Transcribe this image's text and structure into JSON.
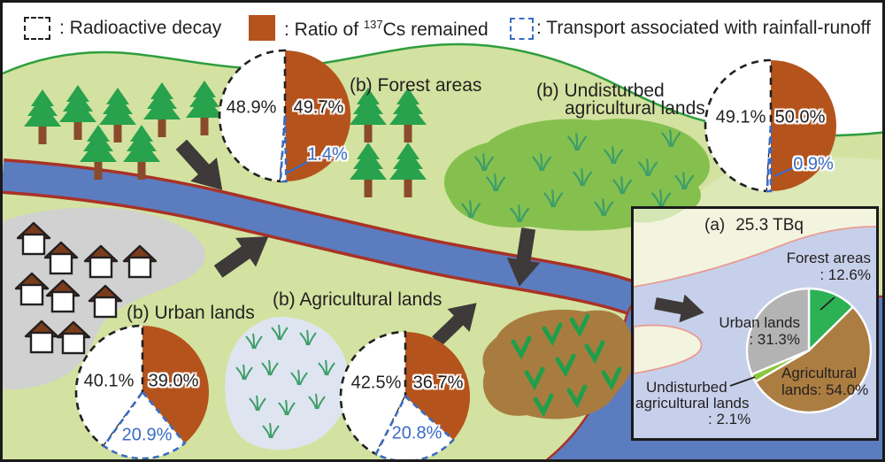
{
  "legend": {
    "items": [
      {
        "swatch": "dashed-black",
        "label": ": Radioactive decay"
      },
      {
        "swatch": "orange",
        "prefix": ": Ratio of ",
        "sup": "137",
        "suffix": "Cs remained"
      },
      {
        "swatch": "dashed-blue",
        "label": ": Transport associated with rainfall-runoff"
      }
    ]
  },
  "pies": [
    {
      "id": "forest",
      "title": "(b) Forest areas",
      "slices": [
        {
          "type": "remained",
          "value": 49.7,
          "label": "49.7%"
        },
        {
          "type": "runoff",
          "value": 1.4,
          "label": "1.4%"
        },
        {
          "type": "decay",
          "value": 48.9,
          "label": "48.9%"
        }
      ]
    },
    {
      "id": "undisturbed",
      "title_line1": "(b) Undisturbed",
      "title_line2": "agricultural lands",
      "slices": [
        {
          "type": "remained",
          "value": 50.0,
          "label": "50.0%"
        },
        {
          "type": "runoff",
          "value": 0.9,
          "label": "0.9%"
        },
        {
          "type": "decay",
          "value": 49.1,
          "label": "49.1%"
        }
      ]
    },
    {
      "id": "urban",
      "title": "(b) Urban lands",
      "slices": [
        {
          "type": "remained",
          "value": 39.0,
          "label": "39.0%"
        },
        {
          "type": "runoff",
          "value": 20.9,
          "label": "20.9%"
        },
        {
          "type": "decay",
          "value": 40.1,
          "label": "40.1%"
        }
      ]
    },
    {
      "id": "agricultural",
      "title": "(b) Agricultural lands",
      "slices": [
        {
          "type": "remained",
          "value": 36.7,
          "label": "36.7%"
        },
        {
          "type": "runoff",
          "value": 20.8,
          "label": "20.8%"
        },
        {
          "type": "decay",
          "value": 42.5,
          "label": "42.5%"
        }
      ]
    }
  ],
  "inset": {
    "title_tag": "(a)",
    "title_value": "25.3 TBq",
    "slices": [
      {
        "name": "Forest areas",
        "value": 12.6,
        "color": "#2cb155"
      },
      {
        "name": "Agricultural lands",
        "value": 54.0,
        "color": "#ab7d41"
      },
      {
        "name": "Undisturbed agricultural lands",
        "value": 2.1,
        "color": "#8cc63f"
      },
      {
        "name": "Urban lands",
        "value": 31.3,
        "color": "#b3b3b3"
      }
    ],
    "labels": {
      "forest": [
        "Forest areas",
        ": 12.6%"
      ],
      "urban": [
        "Urban lands",
        ": 31.3%"
      ],
      "agricultural": [
        "Agricultural",
        "lands: 54.0%"
      ],
      "undisturbed": [
        "Undisturbed",
        "agricultural lands",
        ": 2.1%"
      ]
    }
  },
  "chart_data": [
    {
      "type": "pie",
      "title": "(b) Forest areas",
      "labels": [
        "Ratio of 137Cs remained",
        "Transport associated with rainfall-runoff",
        "Radioactive decay"
      ],
      "values": [
        49.7,
        1.4,
        48.9
      ]
    },
    {
      "type": "pie",
      "title": "(b) Undisturbed agricultural lands",
      "labels": [
        "Ratio of 137Cs remained",
        "Transport associated with rainfall-runoff",
        "Radioactive decay"
      ],
      "values": [
        50.0,
        0.9,
        49.1
      ]
    },
    {
      "type": "pie",
      "title": "(b) Urban lands",
      "labels": [
        "Ratio of 137Cs remained",
        "Transport associated with rainfall-runoff",
        "Radioactive decay"
      ],
      "values": [
        39.0,
        20.9,
        40.1
      ]
    },
    {
      "type": "pie",
      "title": "(b) Agricultural lands",
      "labels": [
        "Ratio of 137Cs remained",
        "Transport associated with rainfall-runoff",
        "Radioactive decay"
      ],
      "values": [
        36.7,
        20.8,
        42.5
      ]
    },
    {
      "type": "pie",
      "title": "(a) 25.3 TBq",
      "labels": [
        "Forest areas",
        "Agricultural lands",
        "Undisturbed agricultural lands",
        "Urban lands"
      ],
      "values": [
        12.6,
        54.0,
        2.1,
        31.3
      ]
    }
  ],
  "colors": {
    "ink": "#231f20",
    "orange": "#b5531c",
    "blue": "#3a6cc4",
    "land": "#d3e2a0",
    "land_light": "#dce8b6",
    "hill_line": "#2f9e3f",
    "river": "#5c7cc0",
    "river_edge": "#a93226",
    "urban_gray": "#d1d1d1",
    "paddy": "#dee5f1",
    "pasture": "#85c04f",
    "field_brown": "#a87c3f",
    "tree_green": "#28a24c",
    "trunk": "#8a4a2c",
    "arrow": "#3e3a39",
    "roof": "#7a3c1c",
    "inset_water": "#c7d0ea",
    "inset_land": "#f3f4df",
    "inset_shore": "#e79c94",
    "inset_corner": "#d5e6b5"
  }
}
